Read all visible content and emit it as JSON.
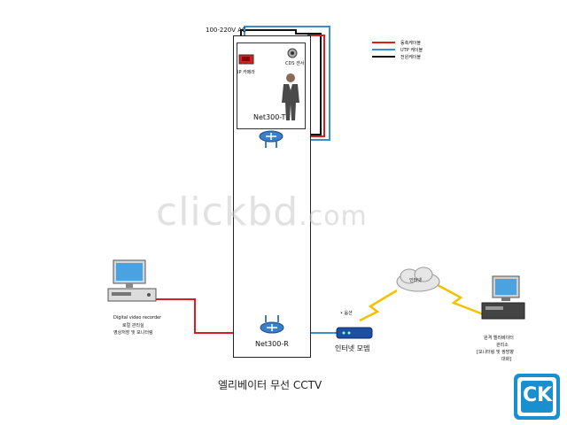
{
  "power": {
    "label": "100-220V AC"
  },
  "camera": {
    "label": "IP 카메라"
  },
  "sensor": {
    "label": "CDS 센서"
  },
  "car_unit": {
    "label": "Net300-T"
  },
  "shaft_unit": {
    "label": "Net300-R"
  },
  "legend": {
    "items": [
      {
        "label": "동축케이블",
        "color": "#d62020"
      },
      {
        "label": "UTP 케이블",
        "color": "#3a8fd0"
      },
      {
        "label": "전원케이블",
        "color": "#111111"
      }
    ]
  },
  "dvr": {
    "model": "Digital video recorder",
    "label_line1": "로컬 관리실",
    "label_line2": "영상저장 및 모니터링"
  },
  "modem": {
    "option": "• 옵션",
    "label": "인터넷 모뎀"
  },
  "cloud": {
    "label": "인터넷"
  },
  "remote": {
    "line1": "원격 엘리베이터",
    "line2": "관리소",
    "line3": "[모니터링 및 쌍방향",
    "line4": "대화]"
  },
  "caption": "엘리베이터 무선 CCTV",
  "watermark": {
    "text": "clickbd",
    "domain": ".com"
  },
  "logo": {
    "text": "CK",
    "color": "#1a8fd0"
  }
}
